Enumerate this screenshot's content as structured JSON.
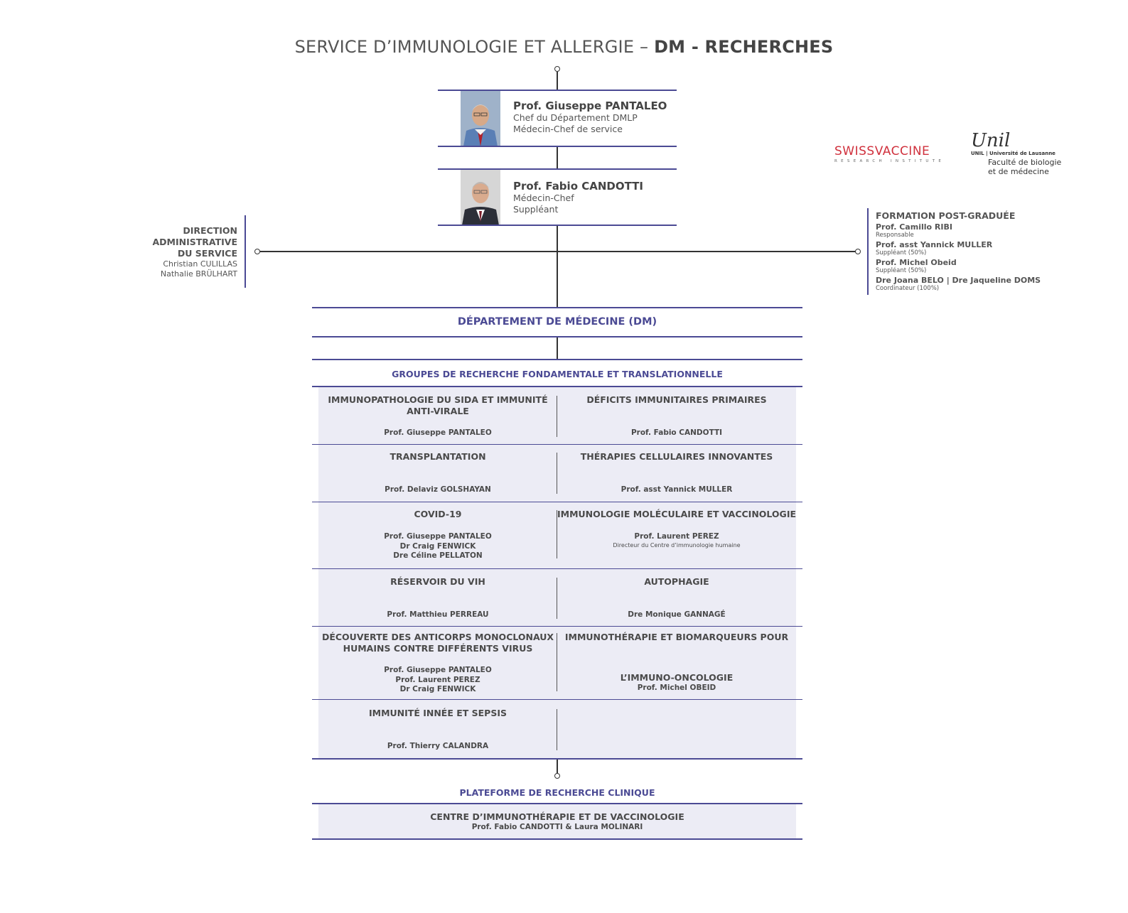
{
  "title": {
    "light": "SERVICE D’IMMUNOLOGIE ET ALLERGIE – ",
    "bold": "DM - RECHERCHES"
  },
  "heads": [
    {
      "name": "Prof. Giuseppe PANTALEO",
      "lines": [
        "Chef du Département DMLP",
        "Médecin-Chef de service"
      ]
    },
    {
      "name": "Prof. Fabio CANDOTTI",
      "lines": [
        "Médecin-Chef",
        "Suppléant"
      ]
    }
  ],
  "logos": {
    "swissvaccine": {
      "text": "SWISSVACCINE",
      "sub": "RESEARCH INSTITUTE"
    },
    "unil": {
      "script": "Unil",
      "line": "UNIL | Université de Lausanne",
      "faculty": [
        "Faculté de biologie",
        "et de médecine"
      ]
    }
  },
  "direction": {
    "title": [
      "DIRECTION",
      "ADMINISTRATIVE",
      "DU SERVICE"
    ],
    "people": [
      "Christian CULILLAS",
      "Nathalie BRÜLHART"
    ]
  },
  "formation": {
    "title": "FORMATION POST-GRADUÉE",
    "people": [
      {
        "name": "Prof. Camillo RIBI",
        "role": "Responsable"
      },
      {
        "name": "Prof. asst Yannick MULLER",
        "role": "Suppléant (50%)"
      },
      {
        "name": "Prof. Michel Obeid",
        "role": "Suppléant (50%)"
      },
      {
        "name": "Dre Joana BELO  |  Dre Jaqueline DOMS",
        "role": "Coordinateur (100%)"
      }
    ]
  },
  "department": "DÉPARTEMENT DE MÉDECINE (DM)",
  "groups_heading": "GROUPES DE RECHERCHE FONDAMENTALE ET TRANSLATIONNELLE",
  "groups": [
    {
      "left": {
        "title": [
          "IMMUNOPATHOLOGIE DU SIDA ET IMMUNITÉ",
          "ANTI-VIRALE"
        ],
        "people": [
          "Prof. Giuseppe PANTALEO"
        ]
      },
      "right": {
        "title": [
          "DÉFICITS IMMUNITAIRES PRIMAIRES"
        ],
        "people": [
          "Prof. Fabio CANDOTTI"
        ]
      }
    },
    {
      "left": {
        "title": [
          "TRANSPLANTATION"
        ],
        "people": [
          "Prof. Delaviz GOLSHAYAN"
        ]
      },
      "right": {
        "title": [
          "THÉRAPIES CELLULAIRES INNOVANTES"
        ],
        "people": [
          "Prof. asst Yannick MULLER"
        ]
      }
    },
    {
      "left": {
        "title": [
          "COVID-19"
        ],
        "people": [
          "Prof. Giuseppe PANTALEO",
          "Dr Craig FENWICK",
          "Dre Céline PELLATON"
        ]
      },
      "right": {
        "title": [
          "IMMUNOLOGIE MOLÉCULAIRE ET VACCINOLOGIE"
        ],
        "people": [
          "Prof. Laurent PEREZ"
        ],
        "sub": "Directeur du Centre d’immunologie humaine"
      }
    },
    {
      "left": {
        "title": [
          "RÉSERVOIR DU VIH"
        ],
        "people": [
          "Prof. Matthieu PERREAU"
        ]
      },
      "right": {
        "title": [
          "AUTOPHAGIE"
        ],
        "people": [
          "Dre Monique GANNAGÉ"
        ]
      }
    },
    {
      "left": {
        "title": [
          "DÉCOUVERTE DES ANTICORPS MONOCLONAUX",
          "HUMAINS CONTRE DIFFÉRENTS VIRUS"
        ],
        "people": [
          "Prof. Giuseppe PANTALEO",
          "Prof. Laurent PEREZ",
          "Dr Craig FENWICK"
        ]
      },
      "right": {
        "title": [
          "IMMUNOTHÉRAPIE ET BIOMARQUEURS POUR"
        ],
        "title2": "L’IMMUNO-ONCOLOGIE",
        "people": [
          "Prof. Michel OBEID"
        ]
      }
    },
    {
      "left": {
        "title": [
          "IMMUNITÉ INNÉE ET SEPSIS"
        ],
        "people": [
          "Prof. Thierry CALANDRA"
        ]
      },
      "right": {
        "title": [],
        "people": []
      }
    }
  ],
  "platform_heading": "PLATEFORME DE RECHERCHE CLINIQUE",
  "platform": {
    "title": "CENTRE D’IMMUNOTHÉRAPIE ET DE VACCINOLOGIE",
    "people": "Prof. Fabio CANDOTTI & Laura MOLINARI"
  },
  "colors": {
    "accent": "#4b4a94",
    "cell_bg": "#ececf5",
    "text": "#4a4a4a",
    "logo_red": "#d0313d"
  }
}
